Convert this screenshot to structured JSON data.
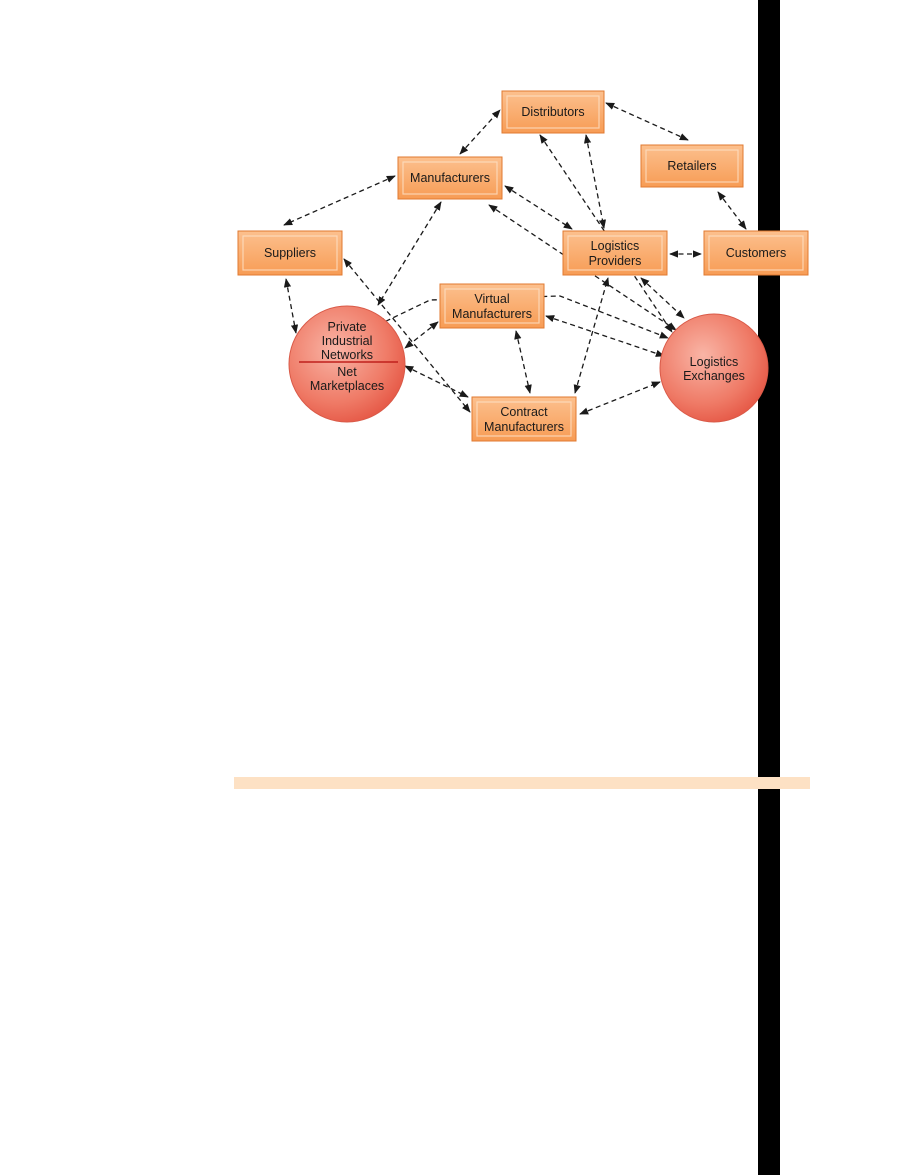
{
  "diagram": {
    "nodes": {
      "distributors": {
        "label": "Distributors"
      },
      "retailers": {
        "label": "Retailers"
      },
      "manufacturers": {
        "label": "Manufacturers"
      },
      "suppliers": {
        "label": "Suppliers"
      },
      "logistics_providers": {
        "line1": "Logistics",
        "line2": "Providers"
      },
      "customers": {
        "label": "Customers"
      },
      "virtual_manufacturers": {
        "line1": "Virtual",
        "line2": "Manufacturers"
      },
      "contract_manufacturers": {
        "line1": "Contract",
        "line2": "Manufacturers"
      },
      "private_networks": {
        "line1": "Private",
        "line2": "Industrial",
        "line3": "Networks",
        "line4": "Net",
        "line5": "Marketplaces"
      },
      "logistics_exchanges": {
        "line1": "Logistics",
        "line2": "Exchanges"
      }
    },
    "colors": {
      "box_face": "#f9a464",
      "box_light": "#fde0c6",
      "box_dark": "#e8843c",
      "circle_center": "#f9b5a6",
      "circle_edge": "#e65a48",
      "divider": "#c0201c",
      "arrow": "#1a1a1a",
      "bottom_rule": "#fde1c4"
    },
    "connections": [
      [
        "manufacturers",
        "distributors"
      ],
      [
        "distributors",
        "retailers"
      ],
      [
        "retailers",
        "customers"
      ],
      [
        "manufacturers",
        "suppliers"
      ],
      [
        "logistics_providers",
        "customers"
      ],
      [
        "suppliers",
        "private_networks"
      ],
      [
        "suppliers",
        "contract_manufacturers"
      ],
      [
        "manufacturers",
        "private_networks"
      ],
      [
        "manufacturers",
        "logistics_providers"
      ],
      [
        "manufacturers",
        "logistics_exchanges"
      ],
      [
        "distributors",
        "logistics_providers"
      ],
      [
        "distributors",
        "logistics_exchanges"
      ],
      [
        "virtual_manufacturers",
        "private_networks"
      ],
      [
        "virtual_manufacturers",
        "contract_manufacturers"
      ],
      [
        "virtual_manufacturers",
        "logistics_exchanges"
      ],
      [
        "private_networks",
        "contract_manufacturers"
      ],
      [
        "contract_manufacturers",
        "logistics_exchanges"
      ],
      [
        "contract_manufacturers",
        "logistics_providers"
      ],
      [
        "logistics_providers",
        "logistics_exchanges"
      ],
      [
        "private_networks",
        "logistics_exchanges"
      ]
    ]
  }
}
